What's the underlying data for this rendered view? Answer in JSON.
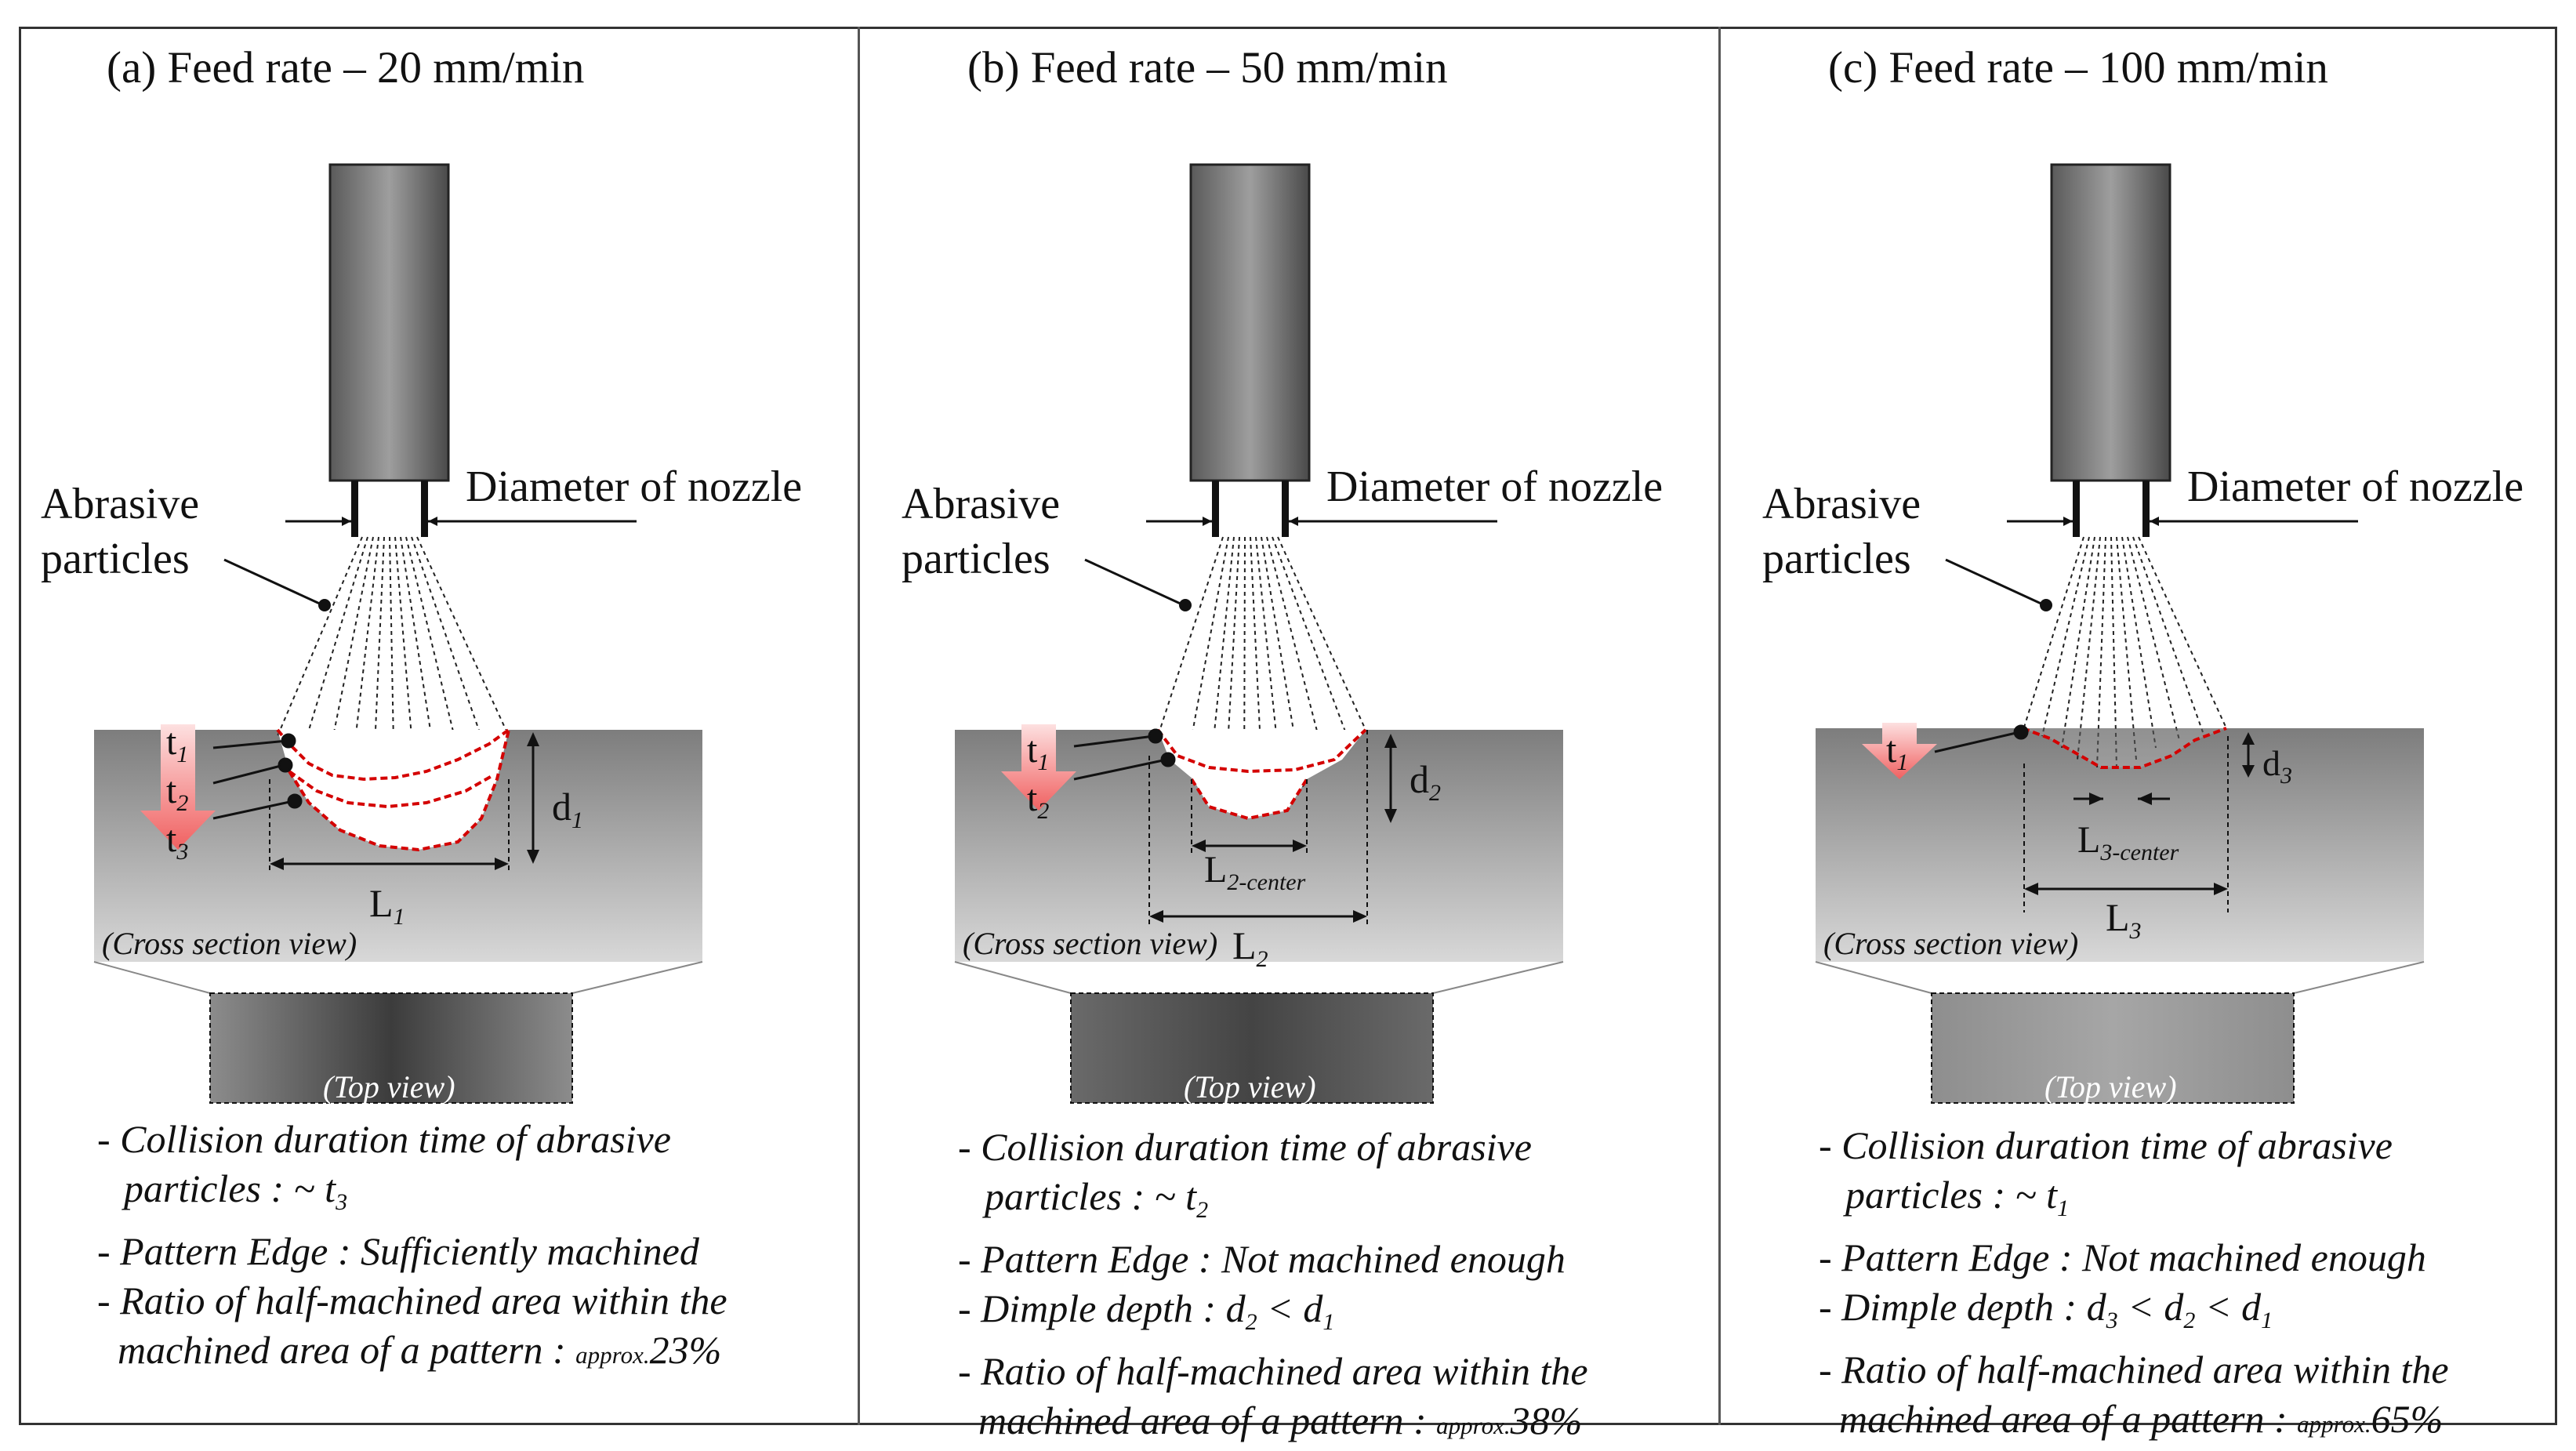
{
  "figure": {
    "panels": [
      {
        "id": "a",
        "title": "(a) Feed rate – 20 mm/min",
        "abrasive_label_1": "Abrasive",
        "abrasive_label_2": "particles",
        "nozzle_label": "Diameter of nozzle",
        "time_marks": [
          "t",
          "t",
          "t"
        ],
        "time_subs": [
          "1",
          "2",
          "3"
        ],
        "depth_label": "d",
        "depth_sub": "1",
        "length_label": "L",
        "length_sub": "1",
        "center_label": "",
        "center_sub": "",
        "cross_section": "(Cross section view)",
        "top_view": "(Top view)",
        "notes": {
          "collision_1": "- Collision duration time of abrasive",
          "collision_2": "particles : ~ t",
          "collision_sub": "3",
          "edge": "- Pattern Edge : Sufficiently machined",
          "dimple": "",
          "ratio_1": "- Ratio of half-machined area within the",
          "ratio_2": "machined area of a pattern : ",
          "approx": "approx.",
          "percent": "23%"
        }
      },
      {
        "id": "b",
        "title": "(b) Feed rate – 50 mm/min",
        "abrasive_label_1": "Abrasive",
        "abrasive_label_2": "particles",
        "nozzle_label": "Diameter of nozzle",
        "time_marks": [
          "t",
          "t"
        ],
        "time_subs": [
          "1",
          "2"
        ],
        "depth_label": "d",
        "depth_sub": "2",
        "length_label": "L",
        "length_sub": "2",
        "center_label": "L",
        "center_sub": "2-center",
        "cross_section": "(Cross section view)",
        "top_view": "(Top view)",
        "notes": {
          "collision_1": "- Collision duration time of abrasive",
          "collision_2": "particles : ~ t",
          "collision_sub": "2",
          "edge": "- Pattern Edge : Not machined enough",
          "dimple": "- Dimple depth : d",
          "dimple_rest": [
            "2",
            " < d",
            "1"
          ],
          "ratio_1": "- Ratio of half-machined area within the",
          "ratio_2": "machined area of a pattern : ",
          "approx": "approx.",
          "percent": "38%"
        }
      },
      {
        "id": "c",
        "title": "(c) Feed rate – 100 mm/min",
        "abrasive_label_1": "Abrasive",
        "abrasive_label_2": "particles",
        "nozzle_label": "Diameter of nozzle",
        "time_marks": [
          "t"
        ],
        "time_subs": [
          "1"
        ],
        "depth_label": "d",
        "depth_sub": "3",
        "length_label": "L",
        "length_sub": "3",
        "center_label": "L",
        "center_sub": "3-center",
        "cross_section": "(Cross section view)",
        "top_view": "(Top view)",
        "notes": {
          "collision_1": "- Collision duration time of abrasive",
          "collision_2": "particles : ~ t",
          "collision_sub": "1",
          "edge": "- Pattern Edge : Not machined enough",
          "dimple": "- Dimple depth : d",
          "dimple_rest": [
            "3",
            " < d",
            "2",
            " < d",
            "1"
          ],
          "ratio_1": "- Ratio of half-machined area within the",
          "ratio_2": "machined area of a pattern : ",
          "approx": "approx.",
          "percent": "65%"
        }
      }
    ],
    "colors": {
      "nozzle_dark": "#4a4a4a",
      "nozzle_light": "#9a9a9a",
      "workpiece_top": "#7f7f7f",
      "workpiece_bottom": "#d6d6d6",
      "crater_edge": "#d40000",
      "arrow_red": "#f26b6b"
    }
  }
}
